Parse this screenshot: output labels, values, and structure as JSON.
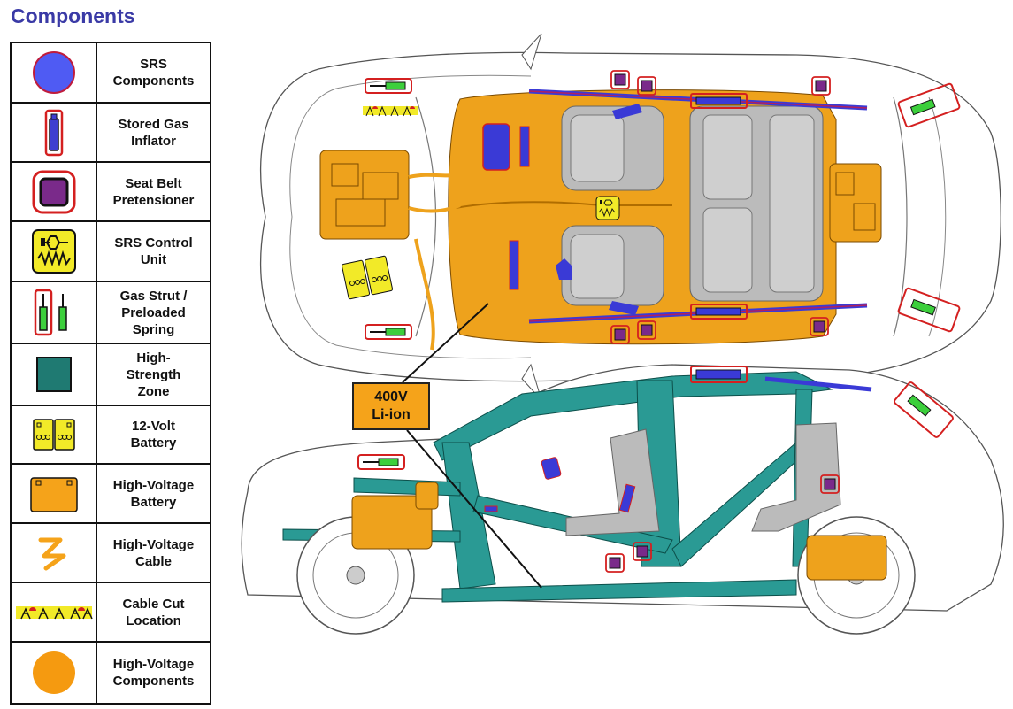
{
  "title": "Components",
  "legend": [
    {
      "icon": "srs-component-icon",
      "label": "SRS\nComponents",
      "color": "#4f5bf3"
    },
    {
      "icon": "stored-gas-inflator-icon",
      "label": "Stored Gas\nInflator",
      "color": "#3f3fd0"
    },
    {
      "icon": "seat-belt-pretensioner-icon",
      "label": "Seat Belt\nPretensioner",
      "color": "#7a2a8a"
    },
    {
      "icon": "srs-control-unit-icon",
      "label": "SRS Control\nUnit",
      "color": "#f2ea28"
    },
    {
      "icon": "gas-strut-icon",
      "label": "Gas Strut /\nPreloaded\nSpring",
      "color": "#22bb22"
    },
    {
      "icon": "high-strength-zone-icon",
      "label": "High-\nStrength\nZone",
      "color": "#1f7a72"
    },
    {
      "icon": "12-volt-battery-icon",
      "label": "12-Volt\nBattery",
      "color": "#f2ea28"
    },
    {
      "icon": "high-voltage-battery-icon",
      "label": "High-Voltage\nBattery",
      "color": "#f5a31a"
    },
    {
      "icon": "high-voltage-cable-icon",
      "label": "High-Voltage\nCable",
      "color": "#f5a31a"
    },
    {
      "icon": "cable-cut-location-icon",
      "label": "Cable Cut\nLocation",
      "color": "#f2ea28"
    },
    {
      "icon": "high-voltage-component-icon",
      "label": "High-Voltage\nComponents",
      "color": "#f59a10"
    }
  ],
  "callout": {
    "label": "400V\nLi-ion"
  },
  "colors": {
    "hv": "#eea21c",
    "hsz": "#2a9a94",
    "srs": "#3a3ad6",
    "pret": "#7a2a8a",
    "red": "#d42020",
    "strut": "#3ccf3c",
    "yellow": "#f2ea28"
  }
}
